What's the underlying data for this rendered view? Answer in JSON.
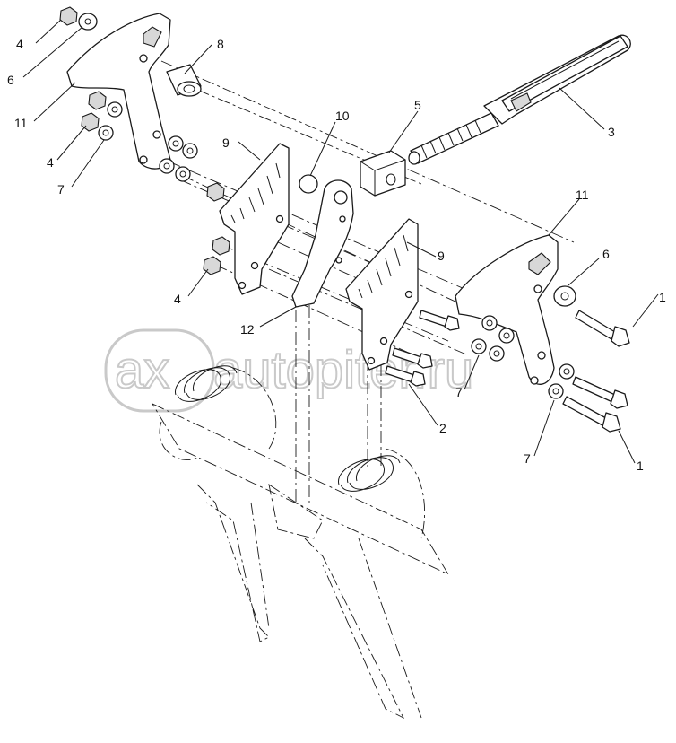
{
  "watermark": {
    "text": "autopiter.ru",
    "logo_letters": "ax"
  },
  "callouts": {
    "c4a": "4",
    "c6a": "6",
    "c11a": "11",
    "c8": "8",
    "c4b": "4",
    "c7a": "7",
    "c9a": "9",
    "c10": "10",
    "c5": "5",
    "c3": "3",
    "c11b": "11",
    "c9b": "9",
    "c6b": "6",
    "c1a": "1",
    "c4c": "4",
    "c12": "12",
    "c7b": "7",
    "c2": "2",
    "c7c": "7",
    "c1b": "1"
  }
}
